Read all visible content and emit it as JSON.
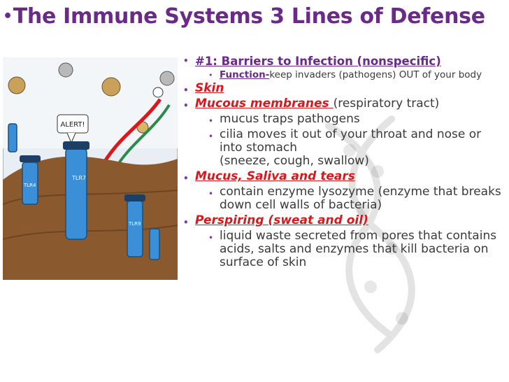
{
  "slide": {
    "title_bullet": "•",
    "title": "The Immune Systems 3 Lines of Defense"
  },
  "cartoon": {
    "alert_text": "ALERT!",
    "badge_labels": [
      "TLR4",
      "TLR7",
      "TLR9"
    ]
  },
  "content": {
    "heading": "#1: Barriers to Infection (nonspecific)",
    "function_label": "Function-",
    "function_text": "keep invaders (pathogens) OUT of your body",
    "skin": "Skin",
    "mucous_label": "Mucous membranes ",
    "mucous_note": "(respiratory tract)",
    "mucus_traps": "mucus traps pathogens",
    "cilia_line1": "cilia moves it out of your throat and nose or into stomach",
    "cilia_line2": "(sneeze, cough, swallow)",
    "mst": "Mucus, Saliva and tears",
    "enzyme": "contain enzyme lysozyme (enzyme that breaks down cell walls of bacteria)",
    "perspiring": "Perspiring (sweat and oil)",
    "liquid": "liquid waste secreted from pores that contains acids, salts and enzymes that kill bacteria on surface of skin"
  },
  "colors": {
    "title": "#6b2a87",
    "red_terms": "#d8181c",
    "body_text": "#3a3a3a",
    "uniform": "#3a8fd6"
  }
}
